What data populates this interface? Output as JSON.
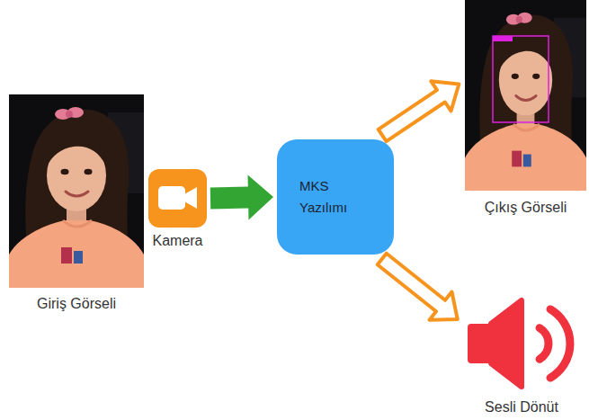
{
  "diagram": {
    "nodes": [
      {
        "text": [
          "Giriş Görseli"
        ]
      },
      {
        "text": [
          "Kamera"
        ]
      },
      {
        "text": [
          "MKS Yazılımı"
        ]
      },
      {
        "text": [
          "Çıkış Görseli"
        ]
      },
      {
        "text": [
          "Sesli Dönüt"
        ]
      }
    ],
    "edges": [
      {
        "from": 1,
        "to": 2,
        "arrow": "to"
      },
      {
        "from": 2,
        "to": 3,
        "arrow": "to"
      },
      {
        "from": 2,
        "to": 4,
        "arrow": "to"
      }
    ]
  }
}
